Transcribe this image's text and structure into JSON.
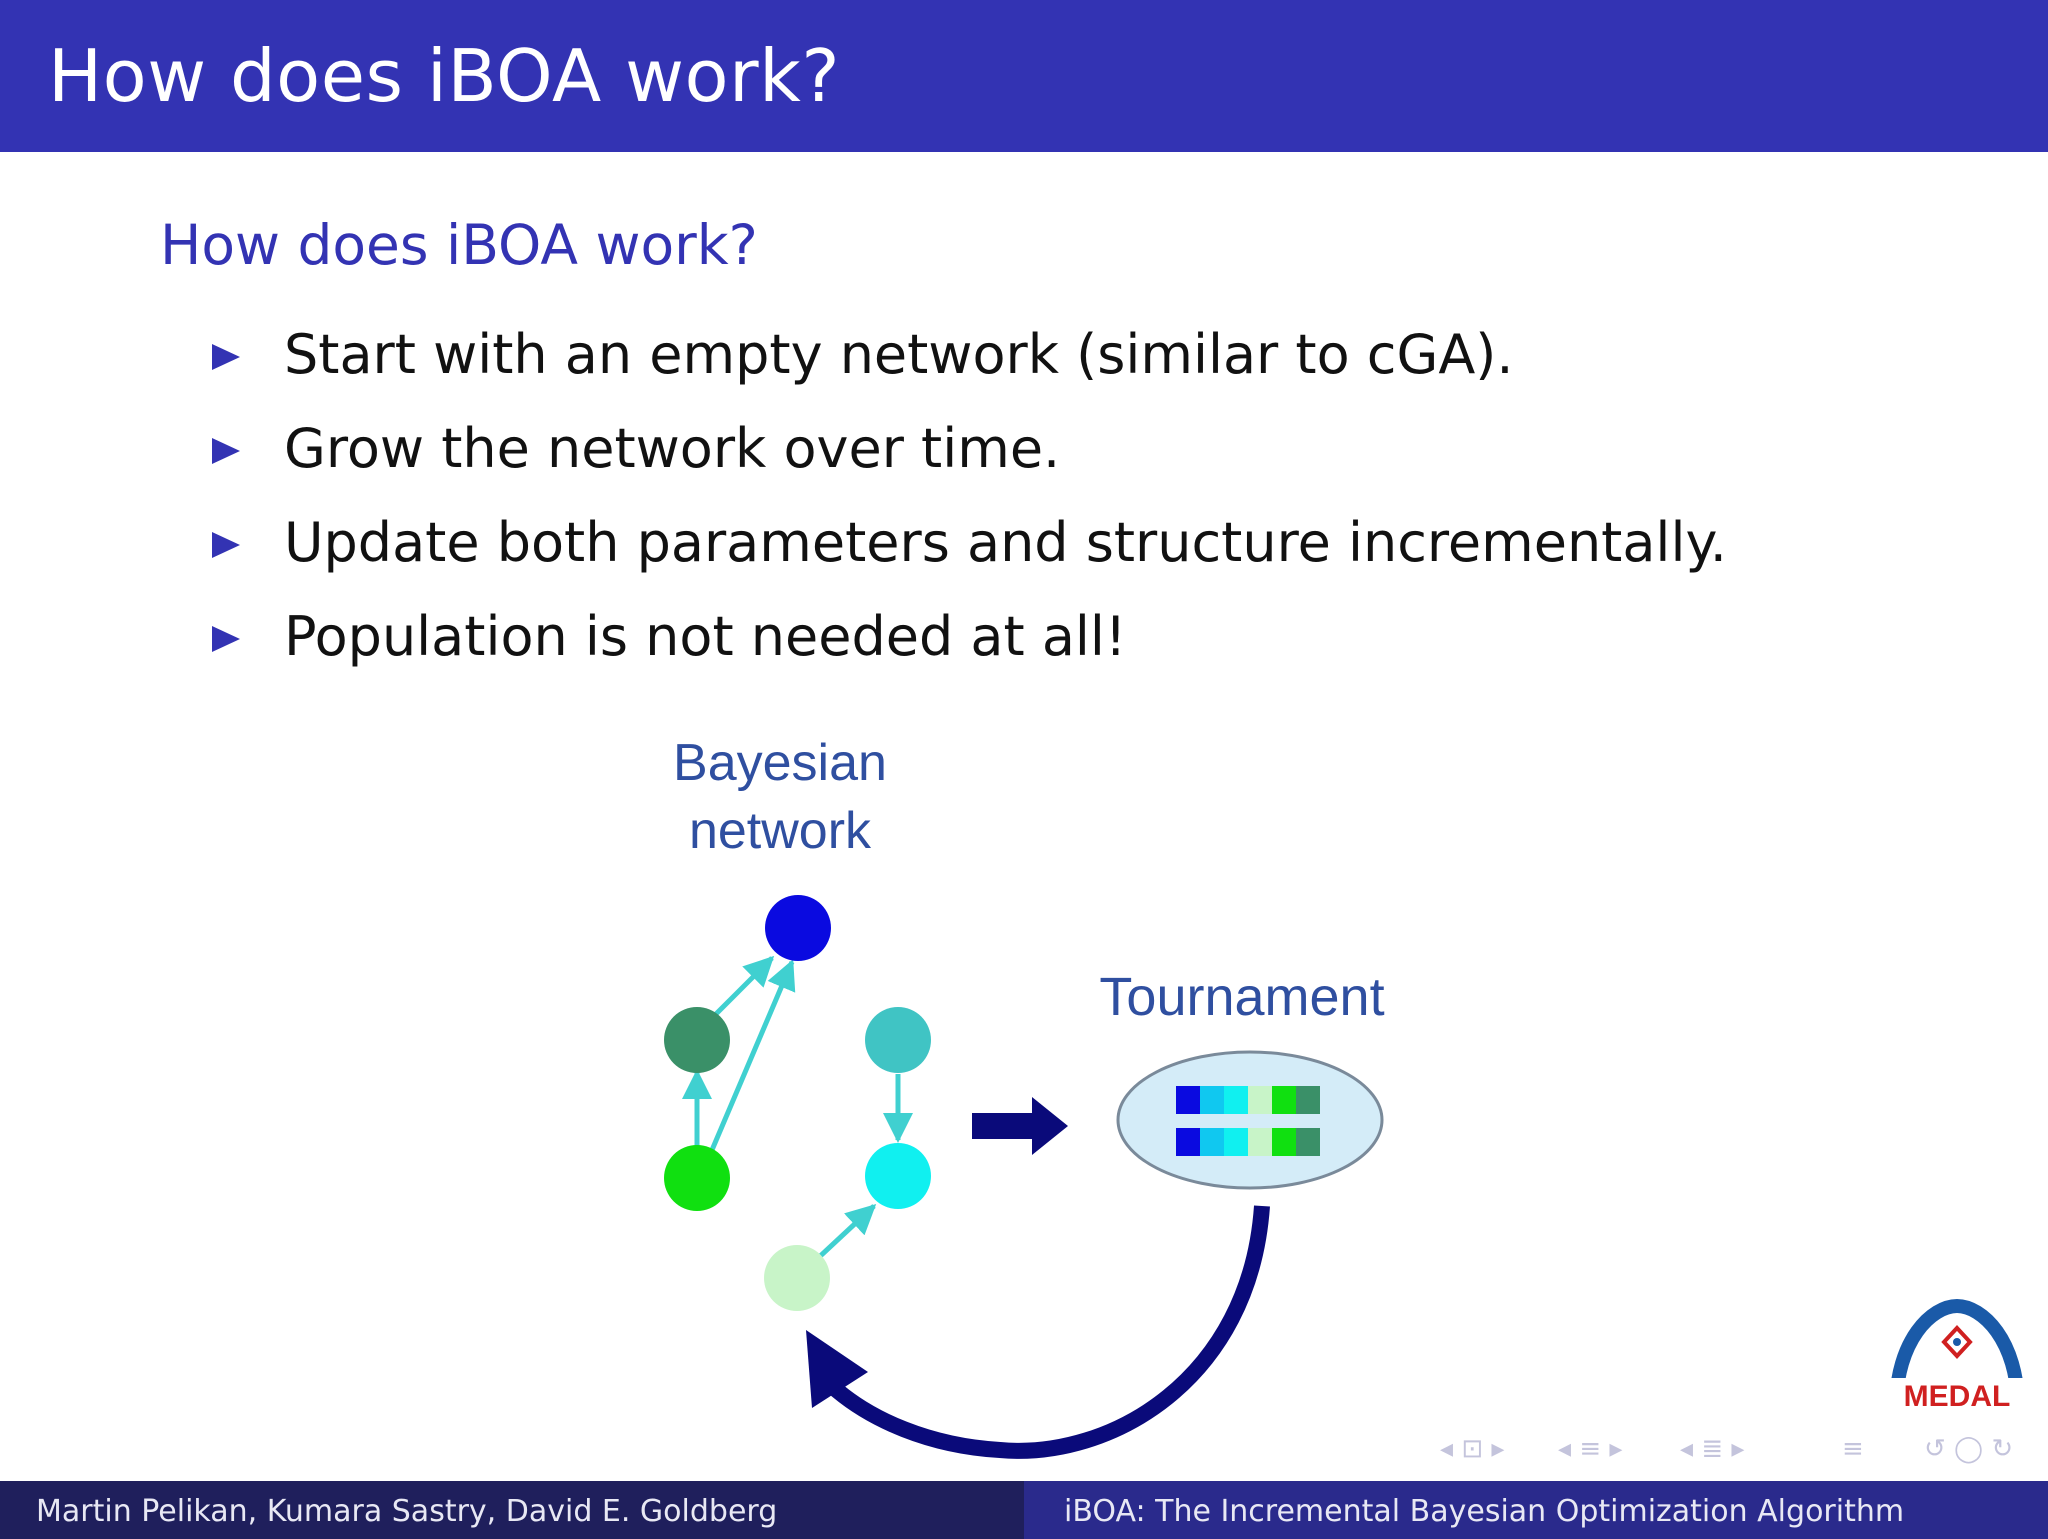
{
  "header": {
    "title": "How does iBOA work?"
  },
  "block": {
    "title": "How does iBOA work?"
  },
  "bullets": [
    "Start with an empty network (similar to cGA).",
    "Grow the network over time.",
    "Update both parameters and structure incrementally.",
    "Population is not needed at all!"
  ],
  "diagram": {
    "network_label_line1": "Bayesian",
    "network_label_line2": "network",
    "tournament_label": "Tournament",
    "colors": {
      "label_blue": "#2f4fa0",
      "node_top": "#0a0ae0",
      "node_darkgreen": "#3a9068",
      "node_green": "#10e010",
      "node_teal": "#40c4c4",
      "node_cyan": "#10f0f0",
      "node_pale": "#c8f4c8",
      "edge": "#40d0d0",
      "arrow": "#0a0a7a",
      "ellipse_fill": "#d4ecf8"
    }
  },
  "logo": {
    "text": "MEDAL"
  },
  "footer": {
    "authors": "Martin Pelikan, Kumara Sastry, David E. Goldberg",
    "talk_title": "iBOA: The Incremental Bayesian Optimization Algorithm"
  },
  "nav": {
    "symbols": [
      "◂ ⊡ ▸",
      "◂ ≡ ▸",
      "◂ ≣ ▸",
      "≡",
      "↺ ◯ ↻"
    ]
  }
}
